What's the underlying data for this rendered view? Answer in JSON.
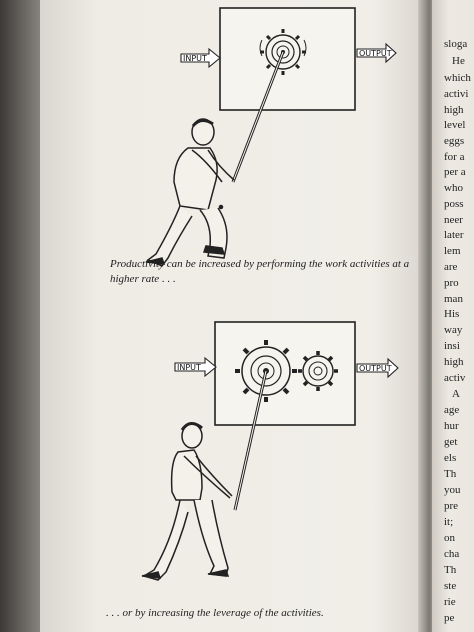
{
  "figure1": {
    "input_label": "INPUT",
    "output_label": "OUTPUT",
    "caption_line1": "Productivity can be increased by performing the work activities at a",
    "caption_line2": "higher rate . . ."
  },
  "figure2": {
    "input_label": "INPUT",
    "output_label": "OUTPUT",
    "caption": ". . . or by increasing the leverage of the activities."
  },
  "right_page_lines": [
    "sloga",
    "He",
    "which",
    "activi",
    "high",
    "level",
    "eggs",
    "for a",
    "per a",
    "who",
    "poss",
    "neer",
    "later",
    "lem",
    "are",
    "pro",
    "man",
    "His",
    "way",
    "insi",
    "high",
    "activ",
    "A",
    "age",
    "hur",
    "get",
    "els",
    "Th",
    "you",
    "pre",
    "it;",
    "on",
    "cha",
    "Th",
    "ste",
    "rie",
    "pe"
  ]
}
